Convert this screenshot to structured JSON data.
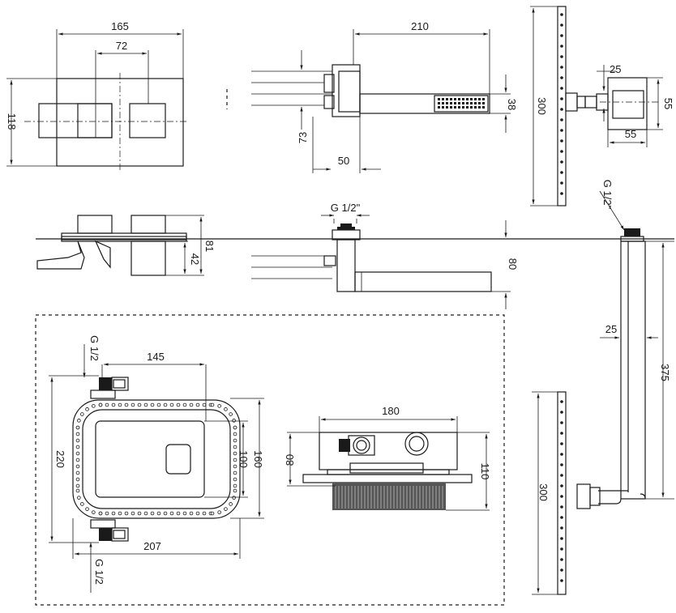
{
  "labels": {
    "front_width": "165",
    "front_inner": "72",
    "front_height": "118",
    "spout_length": "210",
    "spout_height": "38",
    "spout_offset": "73",
    "spout_depth": "50",
    "head_length_top": "300",
    "arm_size": "25",
    "arm_height": "55",
    "arm_width": "55",
    "head_thread": "G 1/2\"",
    "side_total": "81",
    "side_part": "42",
    "spout_thread": "G 1/2\"",
    "spout_drop": "80",
    "box_thread_top": "G 1/2",
    "box_inner_width": "145",
    "box_height": "220",
    "box_h1": "160",
    "box_h2": "100",
    "box_width": "207",
    "box_thread_bottom": "G 1/2",
    "valve_width": "180",
    "valve_depth": "80",
    "valve_height": "110",
    "pipe_size": "25",
    "pipe_length": "375",
    "head_length_bottom": "300"
  }
}
